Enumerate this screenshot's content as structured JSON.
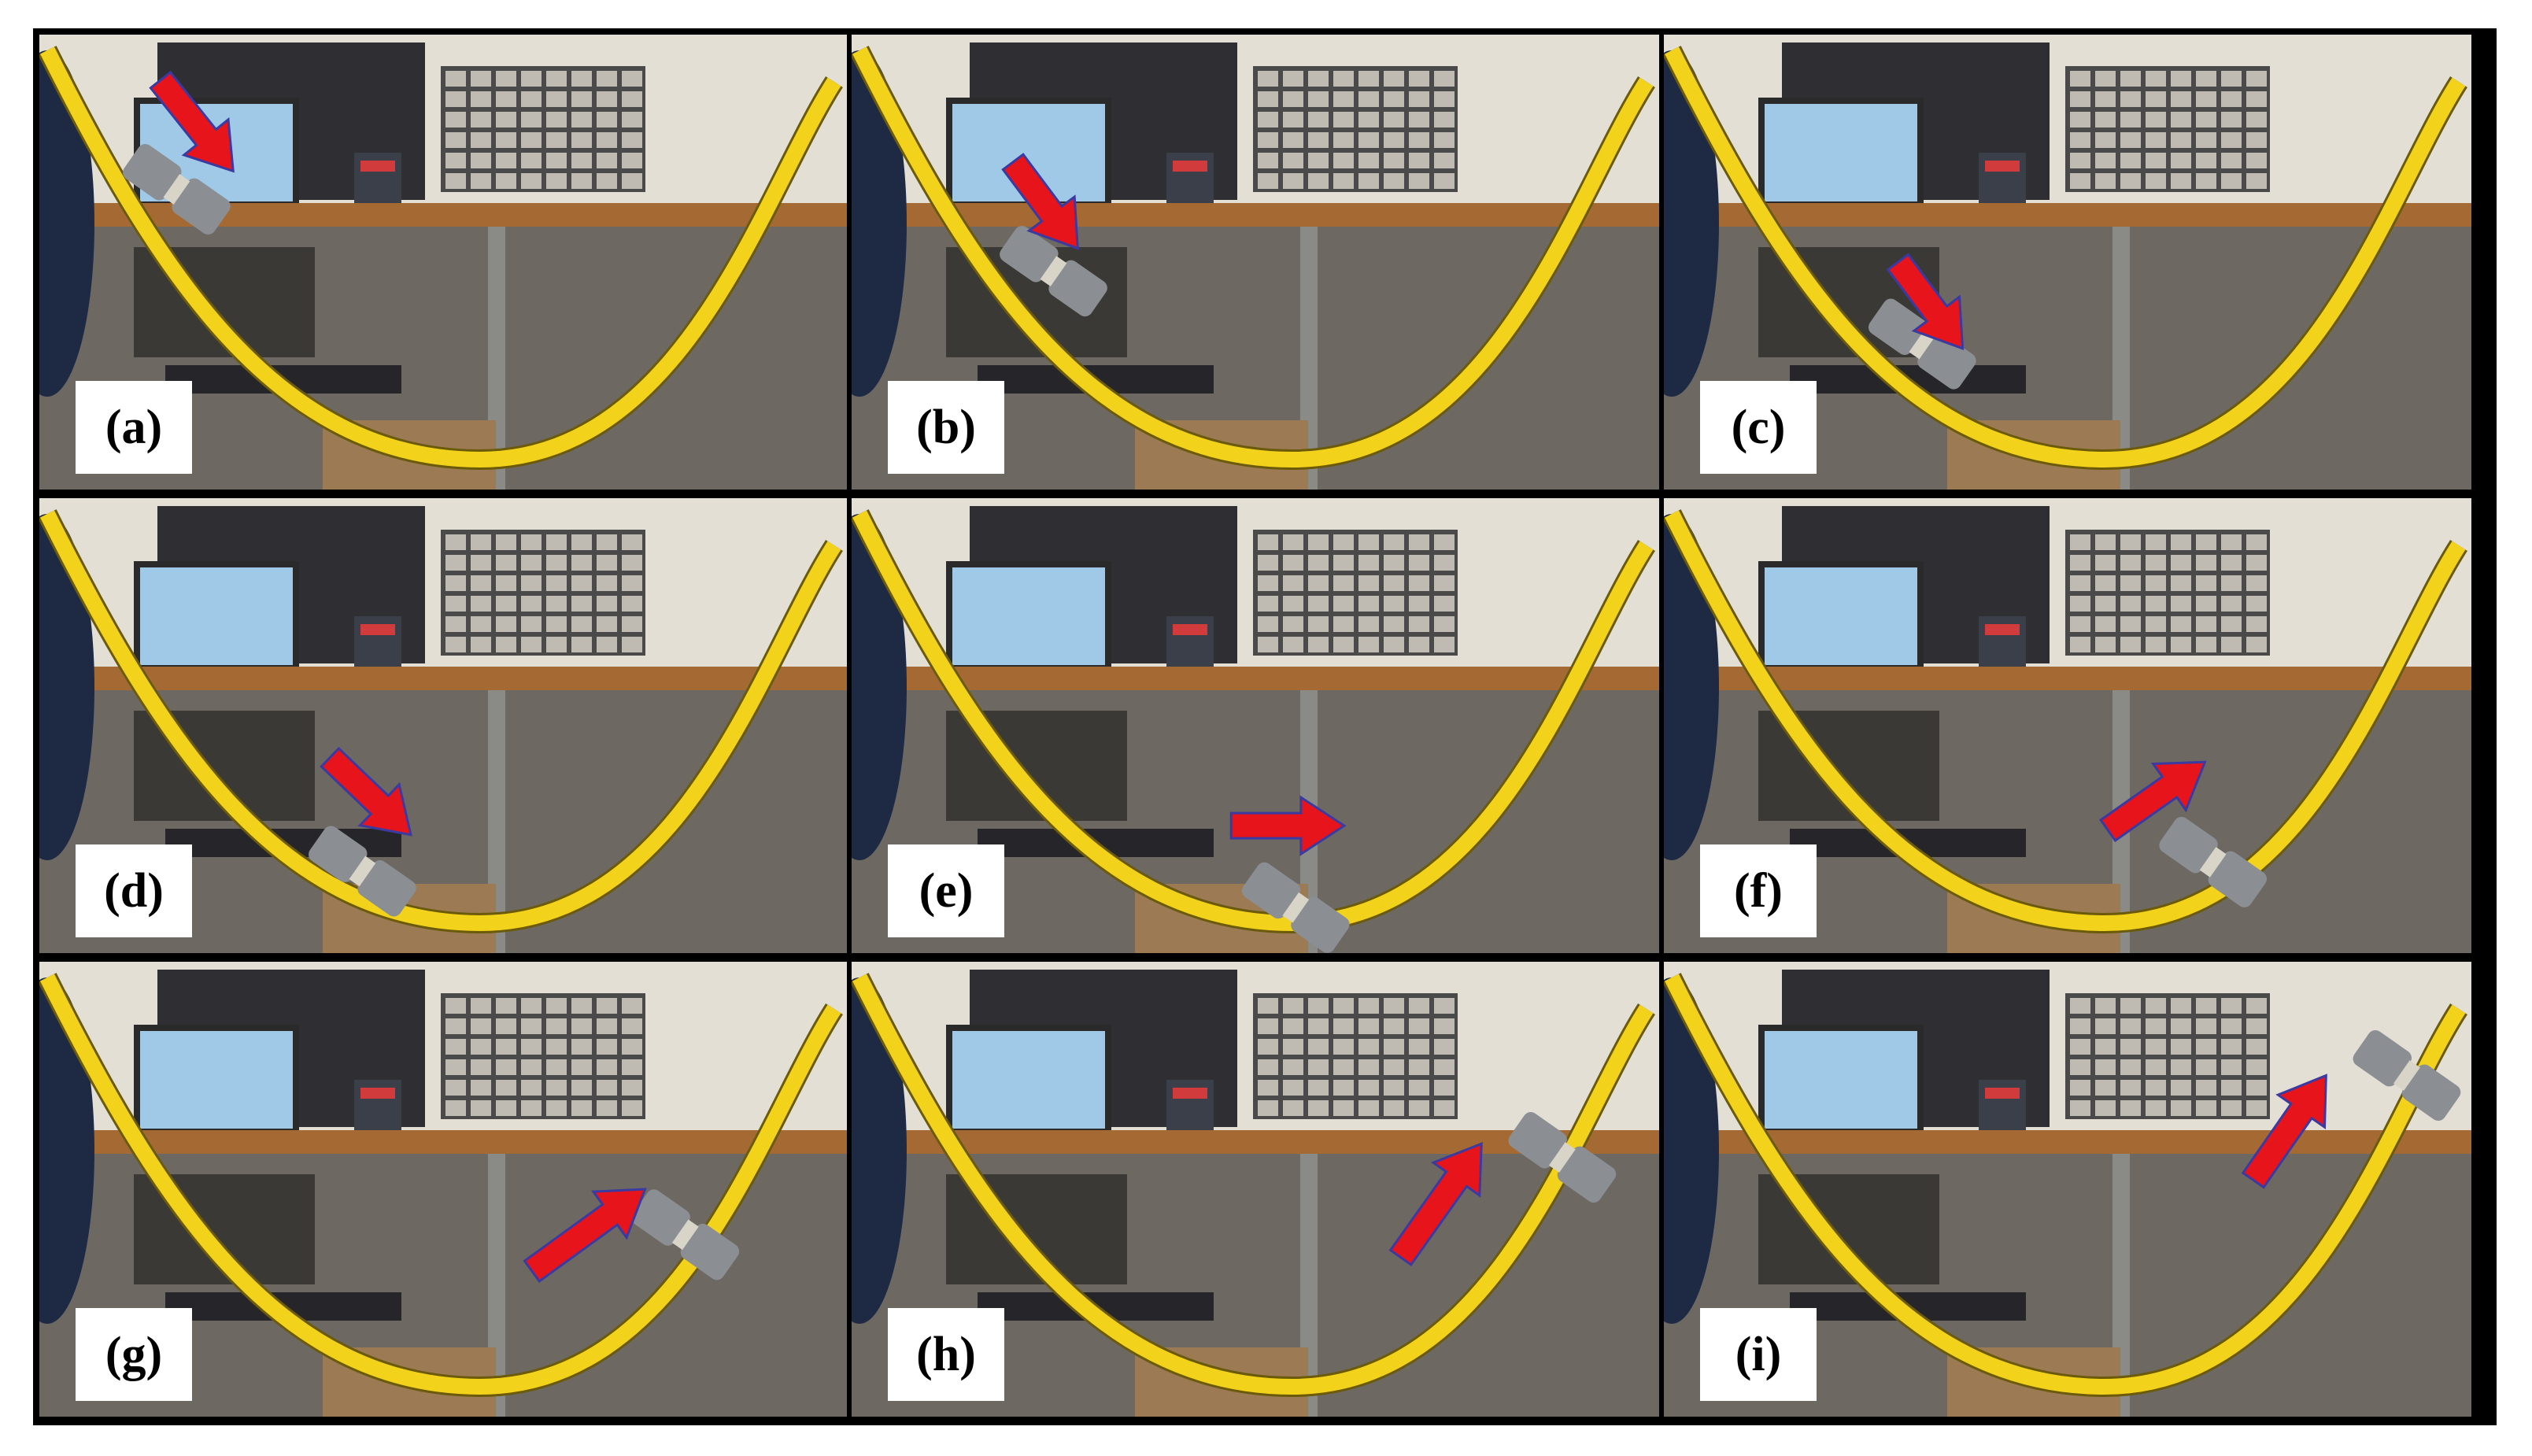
{
  "figure": {
    "panels": [
      {
        "label": "(a)",
        "joint": [
          0.17,
          0.34
        ],
        "arrow": [
          [
            0.15,
            0.1
          ],
          [
            0.24,
            0.3
          ]
        ]
      },
      {
        "label": "(b)",
        "joint": [
          0.25,
          0.52
        ],
        "arrow": [
          [
            0.2,
            0.28
          ],
          [
            0.28,
            0.47
          ]
        ]
      },
      {
        "label": "(c)",
        "joint": [
          0.32,
          0.68
        ],
        "arrow": [
          [
            0.29,
            0.5
          ],
          [
            0.37,
            0.69
          ]
        ]
      },
      {
        "label": "(d)",
        "joint": [
          0.4,
          0.82
        ],
        "arrow": [
          [
            0.36,
            0.57
          ],
          [
            0.46,
            0.74
          ]
        ]
      },
      {
        "label": "(e)",
        "joint": [
          0.55,
          0.9
        ],
        "arrow": [
          [
            0.47,
            0.72
          ],
          [
            0.61,
            0.72
          ]
        ]
      },
      {
        "label": "(f)",
        "joint": [
          0.68,
          0.8
        ],
        "arrow": [
          [
            0.55,
            0.73
          ],
          [
            0.67,
            0.58
          ]
        ]
      },
      {
        "label": "(g)",
        "joint": [
          0.8,
          0.6
        ],
        "arrow": [
          [
            0.61,
            0.68
          ],
          [
            0.75,
            0.5
          ]
        ]
      },
      {
        "label": "(h)",
        "joint": [
          0.88,
          0.43
        ],
        "arrow": [
          [
            0.68,
            0.65
          ],
          [
            0.78,
            0.4
          ]
        ]
      },
      {
        "label": "(i)",
        "joint": [
          0.92,
          0.25
        ],
        "arrow": [
          [
            0.73,
            0.48
          ],
          [
            0.82,
            0.25
          ]
        ]
      }
    ],
    "colors": {
      "cable": "#f2d21a",
      "arrow": "#e8141c",
      "arrow_outline": "#3a3aa0",
      "joint": "#8b8e92",
      "desk": "#a56a34",
      "wall": "#e4dfd5",
      "floor": "#6e6863",
      "monitor": "#9fc9e6",
      "drawers": "#4a4a4a"
    }
  }
}
